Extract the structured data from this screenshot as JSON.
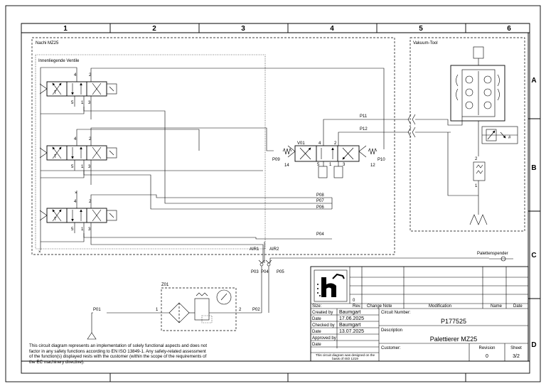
{
  "grid": {
    "columns": [
      "1",
      "2",
      "3",
      "4",
      "5",
      "6"
    ],
    "rows": [
      "A",
      "B",
      "C",
      "D"
    ]
  },
  "boxes": {
    "nachi": "Nachi MZ25",
    "internal_valves": "Innenliegende Ventile",
    "vacuum_tool": "Vakuum-Tool",
    "pallet_dispenser": "Palettenspender"
  },
  "valve_labels": {
    "port_4": "4",
    "port_2": "2",
    "port_5": "5",
    "port_1": "1",
    "port_3": "3",
    "exhaust": "T"
  },
  "main_valve": {
    "name": "V01",
    "pilot_left": "14",
    "pilot_right": "12"
  },
  "lines": {
    "p01": "P01",
    "p02": "P02",
    "p03": "P03",
    "p04": "P04",
    "p04b": "P04",
    "p05": "P05",
    "p06": "P06",
    "p07": "P07",
    "p08": "P08",
    "p09": "P09",
    "p10": "P10",
    "p11": "P11",
    "p12": "P12",
    "air1": "AIR1",
    "air2": "AIR2"
  },
  "service_unit": {
    "name": "Z01",
    "port_in": "1",
    "port_out": "2"
  },
  "vacuum_ports": {
    "port_2": "2",
    "port_1": "1",
    "switch_symbol": "#"
  },
  "disclaimer": "This circuit diagram represents an implementation of solely functional aspects and does not factor in any safety functions according to EN ISO 13849-1. Any safety-related assessment of the function(s) displayed rests with the customer (within the scope of the requirements of the EC machinery directive).",
  "title_block": {
    "rev_row_value": "0",
    "headers": {
      "size": "Size:",
      "rev": "Rev.",
      "change_note": "Change Note",
      "modification": "Modification",
      "name": "Name",
      "date": "Date"
    },
    "created_by_label": "Created by",
    "created_by": "Baumgart",
    "date1_label": "Date",
    "date1": "17.06.2025",
    "checked_by_label": "Checked by",
    "checked_by": "Baumgart",
    "date2_label": "Date",
    "date2": "13.07.2025",
    "approved_by_label": "Approved by",
    "date3_label": "Date",
    "designed_note": "This circuit diagram was designed on the basis of ISO 1219",
    "circuit_number_label": "Circuit Number:",
    "circuit_number": "P177525",
    "description_label": "Description",
    "description": "Palettierer MZ25",
    "customer_label": "Customer:",
    "revision_label": "Revision",
    "revision": "0",
    "sheet_label": "Sheet",
    "sheet": "3/2"
  }
}
